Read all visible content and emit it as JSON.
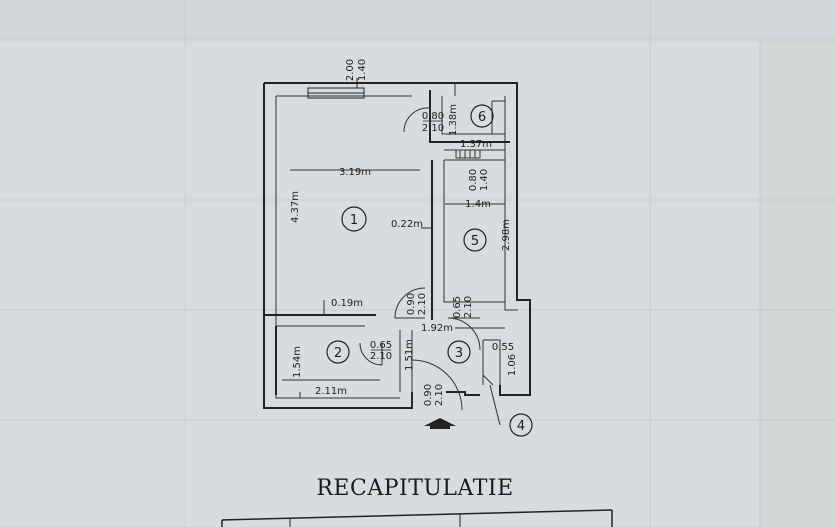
{
  "title": "RECAPITULATIE",
  "rooms": [
    {
      "id": "1",
      "label": "1"
    },
    {
      "id": "2",
      "label": "2"
    },
    {
      "id": "3",
      "label": "3"
    },
    {
      "id": "4",
      "label": "4"
    },
    {
      "id": "5",
      "label": "5"
    },
    {
      "id": "6",
      "label": "6"
    }
  ],
  "dimensions": {
    "room1_width": "3.19m",
    "room1_height": "4.37m",
    "gap": "0.22m",
    "ledge": "0.19m",
    "room6_height": "1.38m",
    "room6_width": "1.37m",
    "room5_width": "1.4m",
    "room5_height": "2.98m",
    "hall_width": "1.92m",
    "room2_width": "2.11m",
    "room2_height": "1.54m",
    "hall_height": "1.51m",
    "room4_width": "0.55",
    "room4_height": "1.06"
  },
  "window": {
    "top": "2.00",
    "bottom": "1.40"
  },
  "doors": {
    "d6": {
      "top": "0.80",
      "bottom": "2.10"
    },
    "d5": {
      "top": "0.80",
      "bottom": "1.40"
    },
    "d1": {
      "top": "0.90",
      "bottom": "2.10"
    },
    "d5b": {
      "top": "0.65",
      "bottom": "2.10"
    },
    "d2": {
      "top": "0.65",
      "bottom": "2.10"
    },
    "entry": {
      "top": "0.90",
      "bottom": "2.10"
    }
  }
}
